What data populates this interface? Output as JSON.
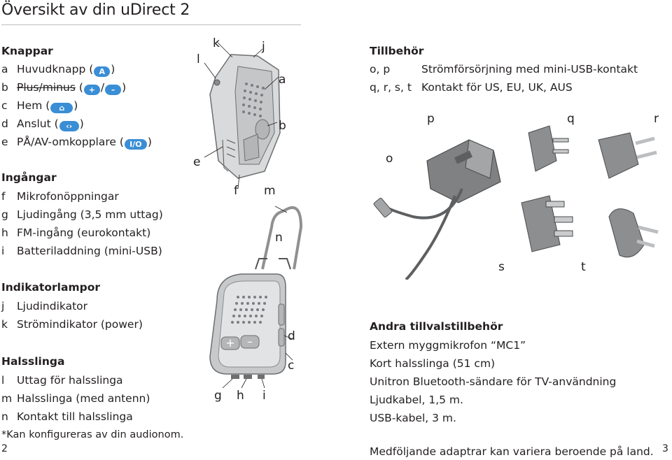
{
  "title": "Översikt av din uDirect 2",
  "controls": {
    "heading": "Knappar",
    "items": [
      {
        "letter": "a",
        "pre": "Huvudknapp (",
        "icon": "A",
        "post": ")"
      },
      {
        "letter": "b",
        "pre": "Plus/minus",
        "icon": "+",
        "sep": "/",
        "icon2": "–",
        "post": ")"
      },
      {
        "letter": "c",
        "pre": "Hem (",
        "icon": "⌂",
        "post": ")"
      },
      {
        "letter": "d",
        "pre": "Anslut (",
        "icon": "‹›",
        "post": ")"
      },
      {
        "letter": "e",
        "pre": "PÅ/AV-omkopplare (",
        "icon": "I/O",
        "post": ")"
      }
    ]
  },
  "inputs": {
    "heading": "Ingångar",
    "items": [
      {
        "letter": "f",
        "text": "Mikrofonöppningar"
      },
      {
        "letter": "g",
        "text": "Ljudingång (3,5 mm uttag)"
      },
      {
        "letter": "h",
        "text": "FM-ingång (eurokontakt)"
      },
      {
        "letter": "i",
        "text": "Batteriladdning (mini-USB)"
      }
    ]
  },
  "indicators": {
    "heading": "Indikatorlampor",
    "items": [
      {
        "letter": "j",
        "text": "Ljudindikator"
      },
      {
        "letter": "k",
        "text": "Strömindikator (power)"
      }
    ]
  },
  "neckloop": {
    "heading": "Halsslinga",
    "items": [
      {
        "letter": "l",
        "text": "Uttag för halsslinga"
      },
      {
        "letter": "m",
        "text": "Halsslinga (med antenn)"
      },
      {
        "letter": "n",
        "text": "Kontakt till halsslinga"
      }
    ],
    "footnote": "*Kan konfigureras av din audionom."
  },
  "accessories": {
    "heading": "Tillbehör",
    "rows": [
      {
        "code": "o, p",
        "text": "Strömförsörjning med mini-USB-kontakt"
      },
      {
        "code": "q, r, s, t",
        "text": "Kontakt för US, EU, UK, AUS"
      }
    ]
  },
  "optional": {
    "heading": "Andra tillvalstillbehör",
    "items": [
      "Extern myggmikrofon “MC1”",
      "Kort halsslinga (51 cm)",
      "Unitron Bluetooth-sändare för TV-användning",
      "Ljudkabel, 1,5 m.",
      "USB-kabel, 3 m."
    ],
    "note": "Medföljande adaptrar kan variera beroende på land."
  },
  "figure_labels": {
    "k": "k",
    "l": "l",
    "j": "j",
    "a": "a",
    "b": "b",
    "e": "e",
    "f": "f",
    "m": "m",
    "n": "n",
    "d": "d",
    "c": "c",
    "g": "g",
    "h": "h",
    "i": "i",
    "o": "o",
    "p": "p",
    "q": "q",
    "r": "r",
    "s": "s",
    "t": "t"
  },
  "page_numbers": {
    "left": "2",
    "right": "3"
  },
  "colors": {
    "button_blue": "#3a8ed6",
    "device_gray": "#bfc1c3"
  }
}
